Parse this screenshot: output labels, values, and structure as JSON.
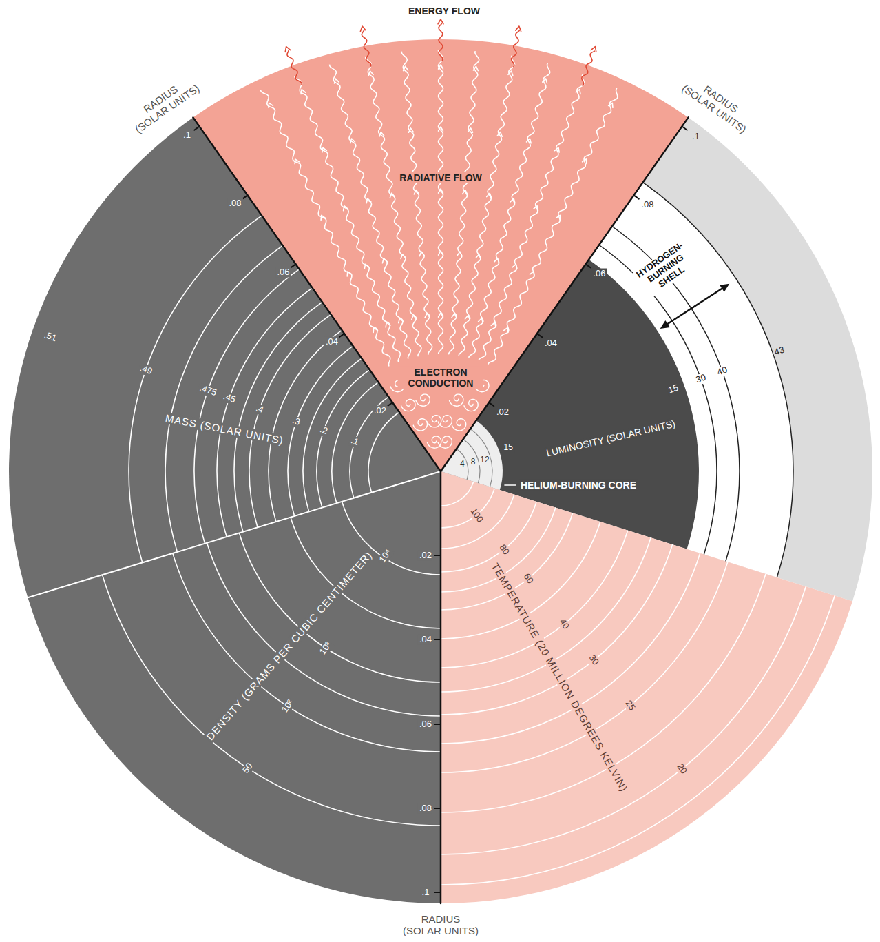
{
  "diagram": {
    "labels": [
      "ENERGY FLOW",
      "RADIUS (SOLAR UNITS)",
      "RADIUS (SOLAR UNITS)",
      "RADIUS (SOLAR UNITS)",
      "RADIATIVE FLOW",
      "ELECTRON CONDUCTION",
      "HYDROGEN- BURNING SHELL",
      "LUMINOSITY (SOLAR UNITS)",
      "HELIUM-BURNING CORE",
      "MASS (SOLAR UNITS)",
      "DENSITY (GRAMS PER CUBIC CENTIMETER)",
      "TEMPERATURE (20 MILLION DEGREES KELVIN)",
      ".1",
      ".08",
      ".06",
      ".04",
      ".02",
      ".1",
      ".08",
      ".06",
      ".04",
      ".02",
      ".02",
      ".04",
      ".06",
      ".08",
      ".1",
      ".51",
      ".49",
      ".475",
      ".45",
      ".4",
      ".3",
      ".2",
      ".1",
      "15",
      "30",
      "40",
      "43",
      "4",
      "8",
      "12",
      "15",
      "10⁴",
      "10³",
      "10²",
      "50",
      "100",
      "80",
      "60",
      "40",
      "30",
      "25",
      "20"
    ]
  }
}
